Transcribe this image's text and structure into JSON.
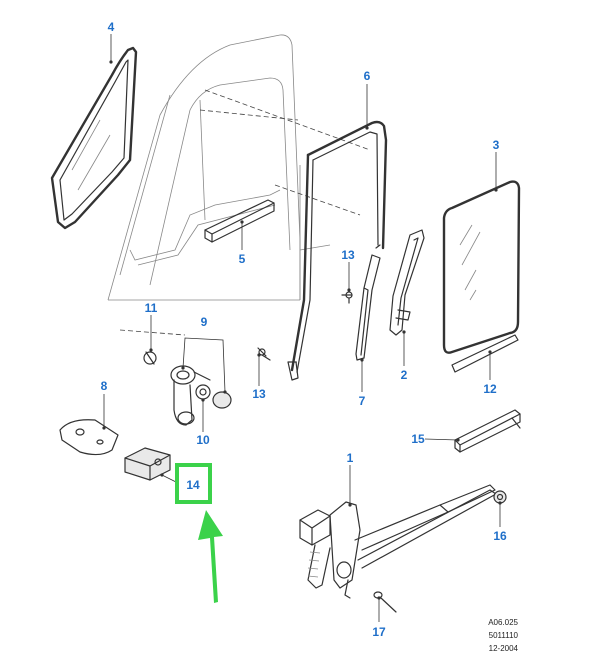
{
  "callouts": [
    {
      "id": "c1",
      "label": "1"
    },
    {
      "id": "c2",
      "label": "2"
    },
    {
      "id": "c3",
      "label": "3"
    },
    {
      "id": "c4",
      "label": "4"
    },
    {
      "id": "c5",
      "label": "5"
    },
    {
      "id": "c6",
      "label": "6"
    },
    {
      "id": "c7",
      "label": "7"
    },
    {
      "id": "c8",
      "label": "8"
    },
    {
      "id": "c9",
      "label": "9"
    },
    {
      "id": "c10",
      "label": "10"
    },
    {
      "id": "c11",
      "label": "11"
    },
    {
      "id": "c12",
      "label": "12"
    },
    {
      "id": "c13a",
      "label": "13"
    },
    {
      "id": "c13b",
      "label": "13"
    },
    {
      "id": "c14",
      "label": "14"
    },
    {
      "id": "c15",
      "label": "15"
    },
    {
      "id": "c16",
      "label": "16"
    },
    {
      "id": "c17",
      "label": "17"
    }
  ],
  "reference": {
    "code": "A06.025",
    "number": "5011110",
    "date": "12-2004"
  },
  "colors": {
    "callout": "#1f6fc9",
    "highlight": "#3bd24a",
    "line": "#333333"
  },
  "highlighted_callout": "14"
}
